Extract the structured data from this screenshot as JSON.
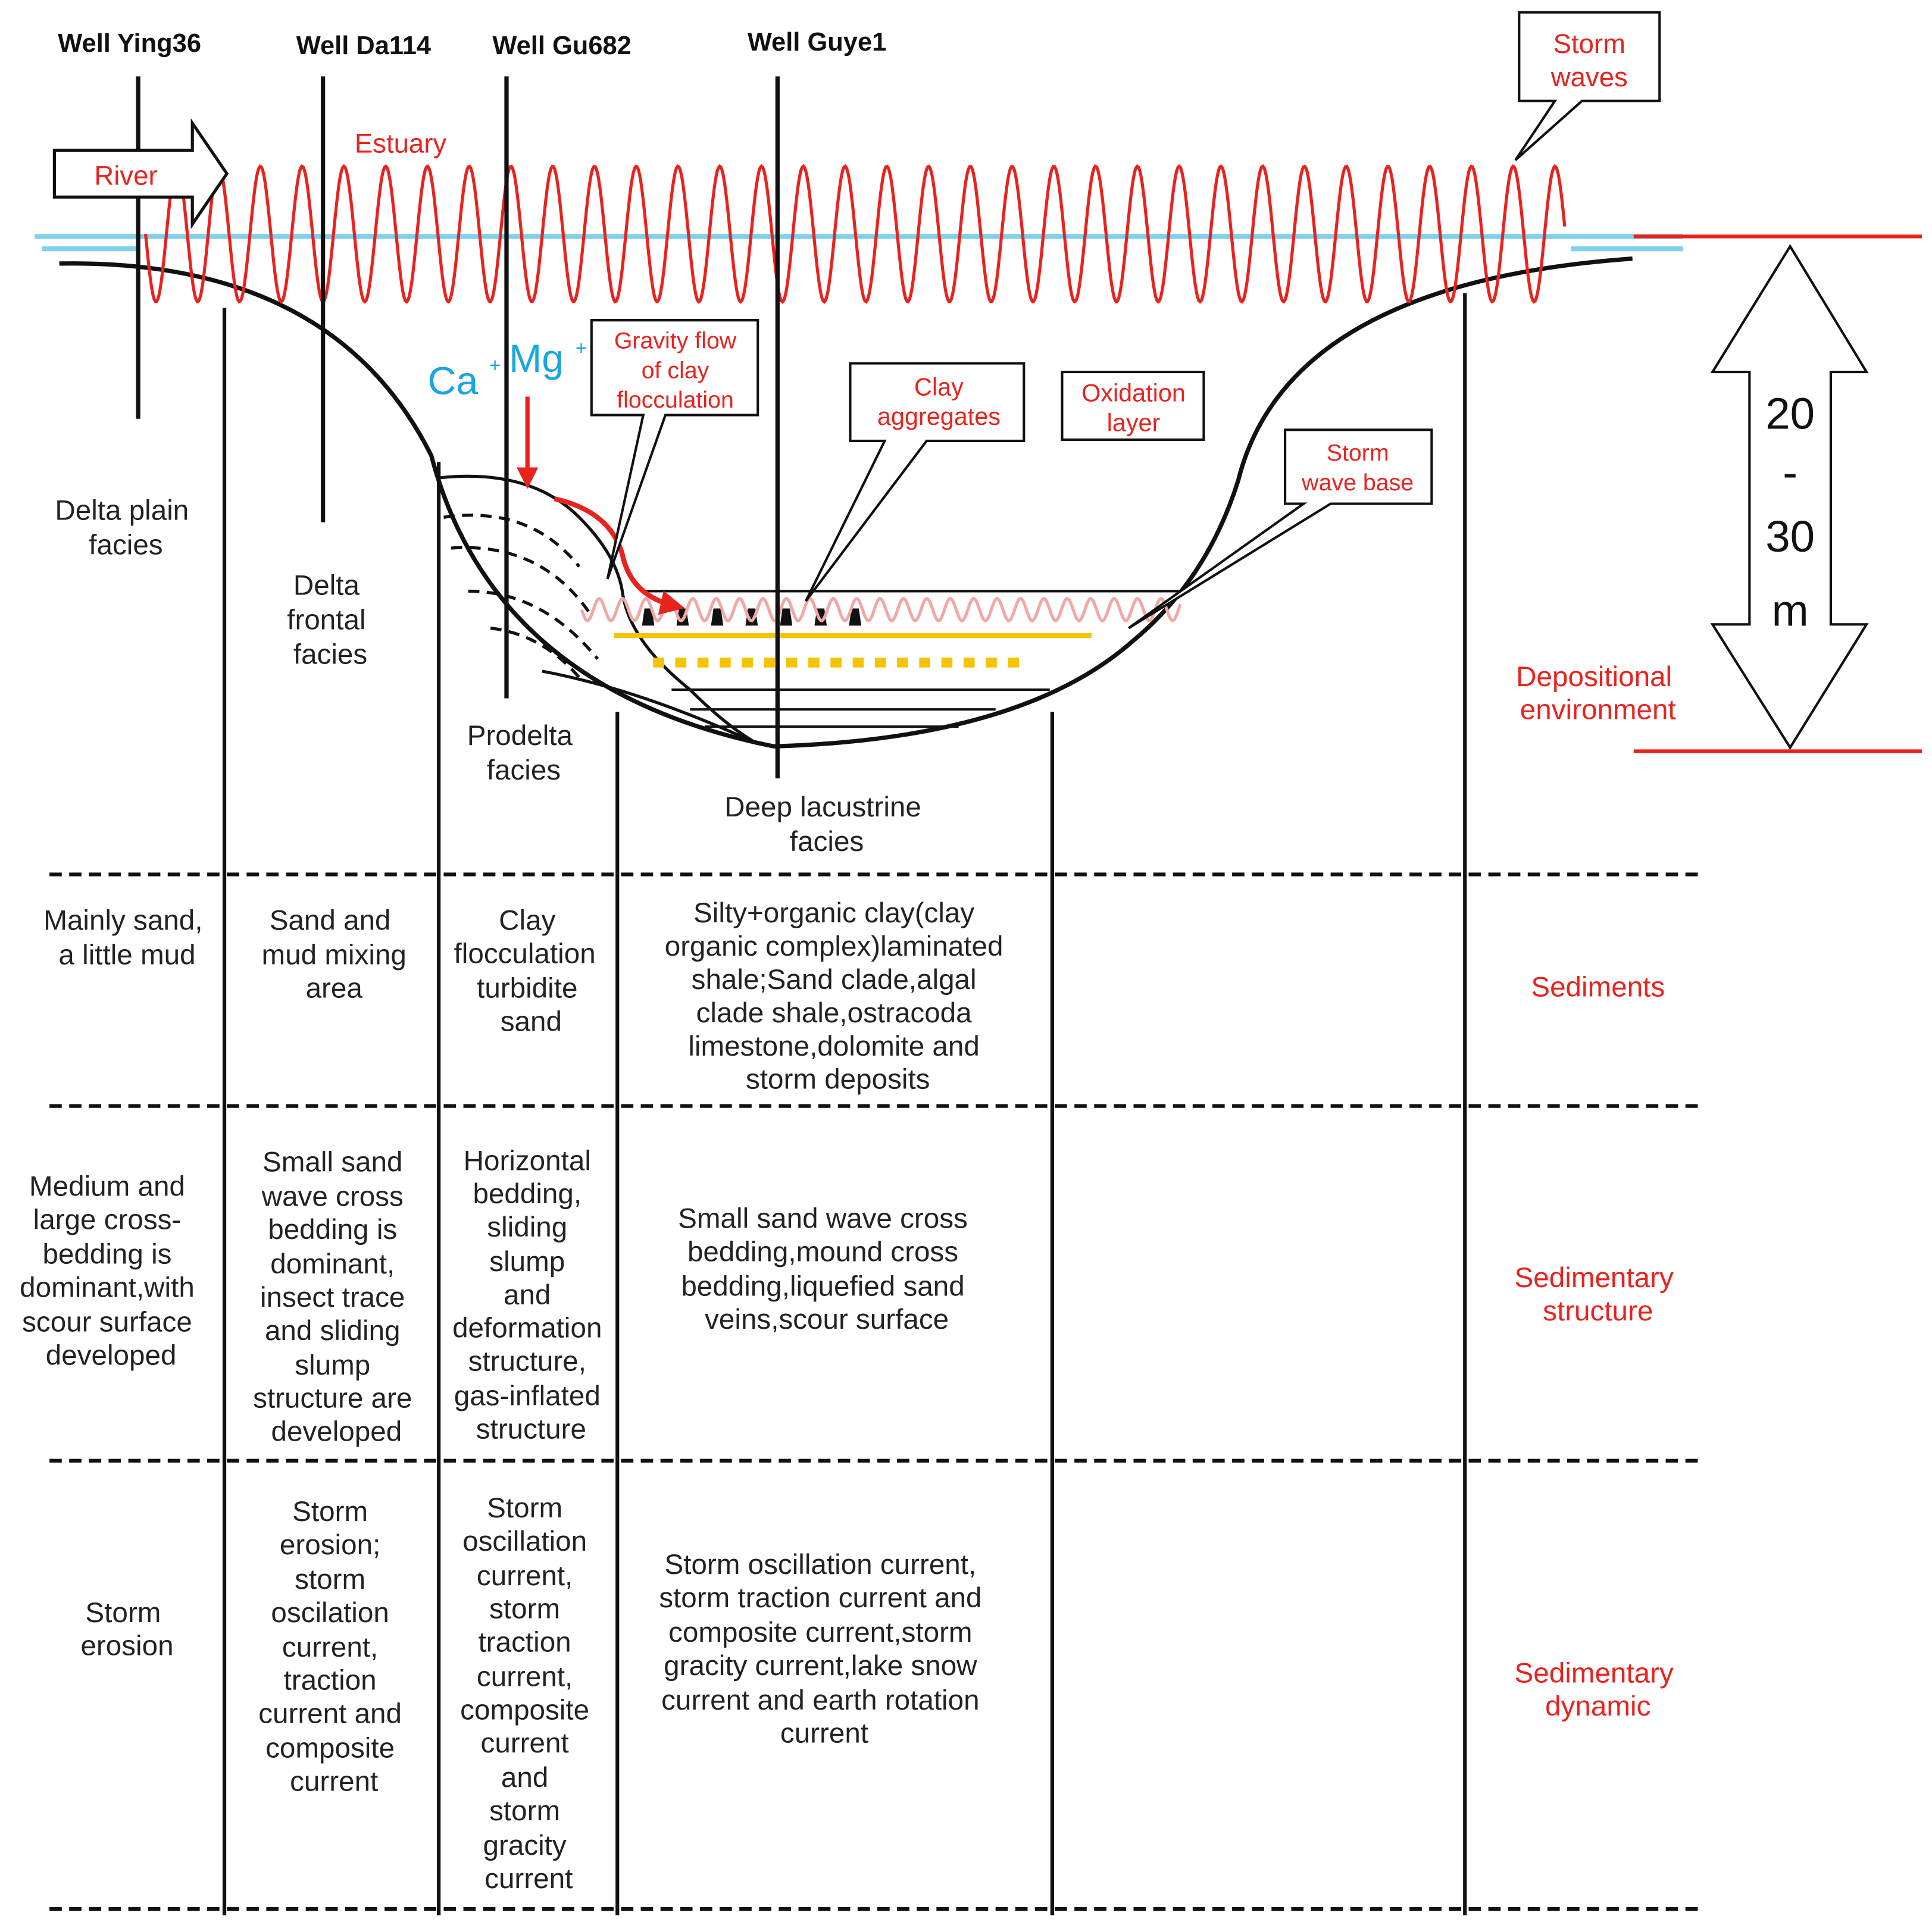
{
  "wells": [
    "Well Ying36",
    "Well Da114",
    "Well Gu682",
    "Well Guye1"
  ],
  "top_labels": {
    "river": "River",
    "estuary": "Estuary",
    "storm_waves": [
      "Storm",
      "waves"
    ],
    "ca": "Ca",
    "mg": "Mg",
    "ion_charge": "+"
  },
  "callouts": {
    "gravity_flow": [
      "Gravity flow",
      "of clay",
      "flocculation"
    ],
    "clay_aggregates": [
      "Clay",
      "aggregates"
    ],
    "oxidation_layer": [
      "Oxidation",
      "layer"
    ],
    "storm_wave_base": [
      "Storm",
      "wave base"
    ]
  },
  "depth_scale": [
    "20",
    "-",
    "30",
    "m"
  ],
  "facies": {
    "delta_plain": [
      "Delta plain",
      "facies"
    ],
    "delta_frontal": [
      "Delta",
      "frontal",
      "facies"
    ],
    "prodelta": [
      "Prodelta",
      "facies"
    ],
    "deep_lacustrine": [
      "Deep lacustrine",
      "facies"
    ]
  },
  "rows": {
    "depositional_environment": [
      "Depositional",
      "environment"
    ],
    "sediments": {
      "label": [
        "Sediments"
      ],
      "cells": [
        [
          "Mainly  sand,",
          "a little mud"
        ],
        [
          "Sand and",
          "mud mixing",
          "area"
        ],
        [
          "Clay",
          "flocculation",
          "turbidite",
          "sand"
        ],
        [
          "Silty+organic clay(clay",
          "organic complex)laminated",
          "shale;Sand clade,algal",
          "clade shale,ostracoda",
          "limestone,dolomite and",
          "storm deposits"
        ]
      ]
    },
    "sedimentary_structure": {
      "label": [
        "Sedimentary",
        "structure"
      ],
      "cells": [
        [
          "Medium and",
          "large cross-",
          "bedding is",
          "dominant,with",
          "scour surface",
          "developed"
        ],
        [
          "Small sand",
          "wave  cross",
          "bedding is",
          "dominant,",
          "insect  trace",
          "and sliding",
          "slump",
          "structure  are",
          "developed"
        ],
        [
          "Horizontal",
          "bedding,",
          "sliding",
          "slump",
          "and",
          "deformation",
          "structure,",
          "gas-inflated",
          "structure"
        ],
        [
          "Small sand wave cross",
          "bedding,mound cross",
          "bedding,liquefied sand",
          "veins,scour surface"
        ]
      ]
    },
    "sedimentary_dynamic": {
      "label": [
        "Sedimentary",
        "dynamic"
      ],
      "cells": [
        [
          "Storm",
          "erosion"
        ],
        [
          "Storm",
          "erosion;",
          "storm",
          "oscilation",
          "current,",
          "traction",
          "current and",
          "composite",
          "current"
        ],
        [
          "Storm",
          "oscillation",
          "current,",
          "storm",
          "traction",
          "current,",
          "composite",
          "current",
          "and",
          "storm",
          "gracity",
          "current"
        ],
        [
          "Storm oscillation current,",
          "storm traction current and",
          "composite current,storm",
          "gracity current,lake snow",
          "current and earth rotation",
          "current"
        ]
      ]
    }
  },
  "colors": {
    "red": "#e8231e",
    "blue": "#1aa6e0",
    "water": "#7fcfee",
    "yellow": "#f5c400",
    "pink": "#f2a7a7",
    "black": "#111111"
  }
}
